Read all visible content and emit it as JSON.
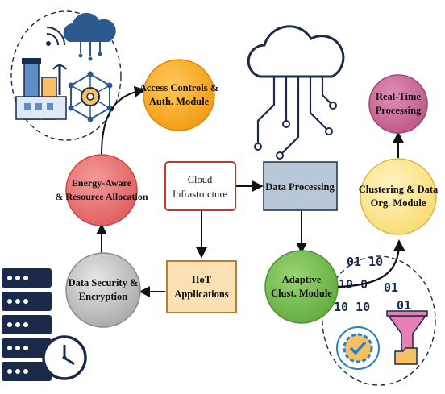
{
  "nodes": {
    "access_controls": {
      "line1": "Access Controls &",
      "line2": "Auth. Module"
    },
    "energy_aware": {
      "line1": "Energy-Aware",
      "line2": "& Resource Allocation"
    },
    "cloud_infrastructure": {
      "line1": "Cloud",
      "line2": "Infrastructure"
    },
    "data_processing": {
      "line1": "Data Processing"
    },
    "real_time": {
      "line1": "Real-Time",
      "line2": "Processing"
    },
    "clustering": {
      "line1": "Clustering & Data",
      "line2": "Org. Module"
    },
    "data_security": {
      "line1": "Data Security &",
      "line2": "Encryption"
    },
    "iiot": {
      "line1": "IIoT",
      "line2": "Applications"
    },
    "adaptive": {
      "line1": "Adaptive",
      "line2": "Clust. Module"
    }
  },
  "binary": {
    "row1": "01 10",
    "row2": "10  0",
    "row3": "10 10",
    "row4": "01",
    "row5": "01"
  },
  "colors": {
    "orange": "#f7a21b",
    "red": "#e86a6a",
    "purple": "#c4608e",
    "yellow": "#fbe38a",
    "gray": "#b9b9b9",
    "green": "#71b84c",
    "iiot_fill": "#fbe0b4",
    "iiot_border": "#b97d2c",
    "data_proc_fill": "#b8c8d9",
    "cloud_border": "#c0392b",
    "navy": "#1b2a4a"
  },
  "icons": [
    "factory-icon",
    "cloud-icon",
    "gear-network-icon",
    "server-rack-icon",
    "clock-icon",
    "funnel-icon",
    "folder-icon",
    "gear-check-icon"
  ]
}
